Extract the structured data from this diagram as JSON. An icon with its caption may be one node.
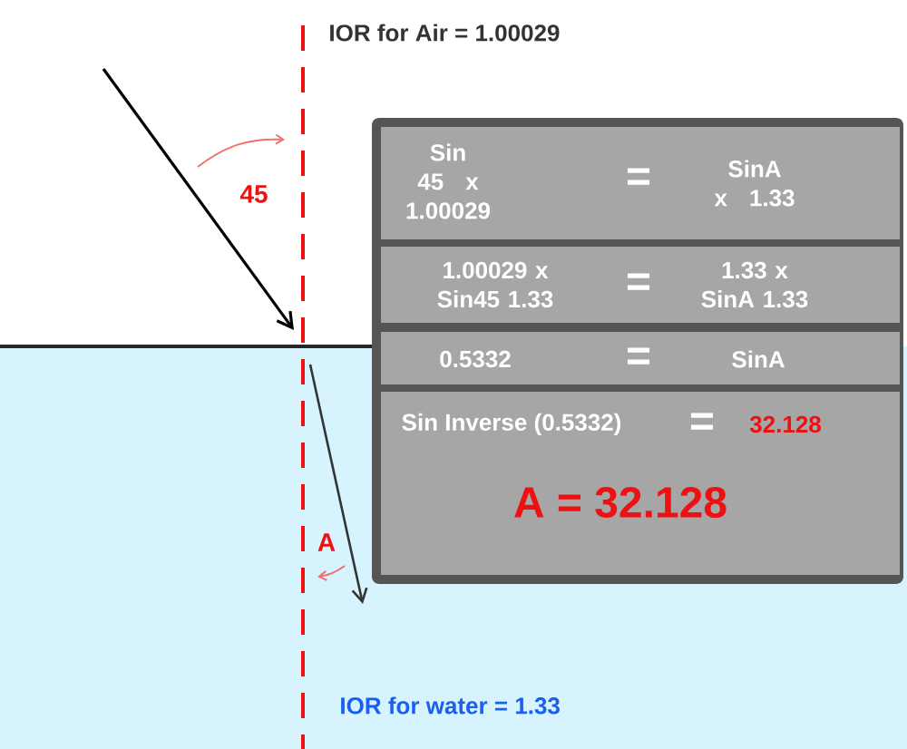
{
  "diagram": {
    "nodes": [
      {
        "text": [],
        "shape": "box"
      },
      {
        "text": [
          "Sin 45 x 1.00029",
          "=",
          "SinA x 1.33"
        ],
        "in": 0
      },
      {
        "text": [
          "1.00029 x Sin45 1.33",
          "=",
          "1.33 x SinA 1.33"
        ],
        "in": 0
      },
      {
        "text": [
          "0.5332",
          "=",
          "SinA"
        ],
        "in": 0
      },
      {
        "text": [
          "Sin Inverse (0.5332)",
          "=",
          "32.128",
          "A = 32.128"
        ],
        "in": 0
      }
    ],
    "labels": [
      "IOR for Air = 1.00029",
      "45",
      "A",
      "IOR for water = 1.33"
    ]
  }
}
